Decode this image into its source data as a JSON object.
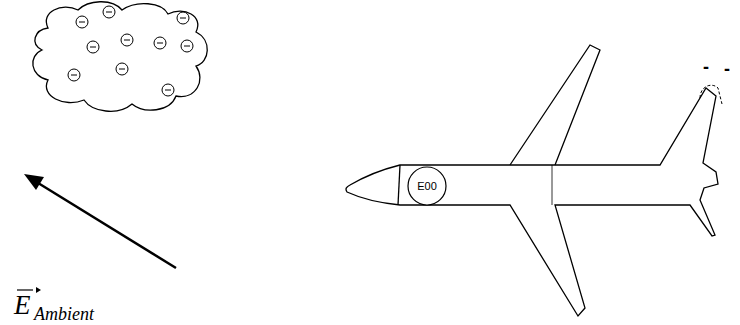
{
  "diagram": {
    "nodes": [
      {
        "text": [
          "E00"
        ]
      }
    ],
    "labels": [
      "E",
      "Ambient",
      "-",
      "-"
    ]
  }
}
